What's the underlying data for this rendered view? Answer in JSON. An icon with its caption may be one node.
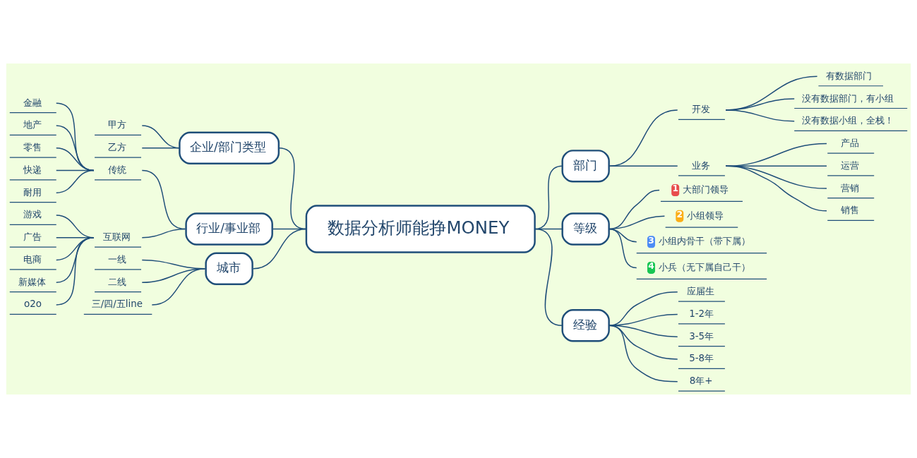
{
  "diagram": {
    "nodes": [
      {
        "text": [
          "数据分析师能挣MONEY"
        ]
      },
      {
        "text": [
          "企业/部门类型"
        ]
      },
      {
        "text": [
          "甲方"
        ]
      },
      {
        "text": [
          "乙方"
        ]
      },
      {
        "text": [
          "行业/事业部"
        ]
      },
      {
        "text": [
          "传统"
        ]
      },
      {
        "text": [
          "金融"
        ]
      },
      {
        "text": [
          "地产"
        ]
      },
      {
        "text": [
          "零售"
        ]
      },
      {
        "text": [
          "快递"
        ]
      },
      {
        "text": [
          "耐用"
        ]
      },
      {
        "text": [
          "互联网"
        ]
      },
      {
        "text": [
          "游戏"
        ]
      },
      {
        "text": [
          "广告"
        ]
      },
      {
        "text": [
          "电商"
        ]
      },
      {
        "text": [
          "新媒体"
        ]
      },
      {
        "text": [
          "o2o"
        ]
      },
      {
        "text": [
          "城市"
        ]
      },
      {
        "text": [
          "一线"
        ]
      },
      {
        "text": [
          "二线"
        ]
      },
      {
        "text": [
          "三/四/五line"
        ]
      },
      {
        "text": [
          "部门"
        ]
      },
      {
        "text": [
          "开发"
        ]
      },
      {
        "text": [
          "有数据部门"
        ]
      },
      {
        "text": [
          "没有数据部门，有小组"
        ]
      },
      {
        "text": [
          "没有数据小组，全栈！"
        ]
      },
      {
        "text": [
          "业务"
        ]
      },
      {
        "text": [
          "产品"
        ]
      },
      {
        "text": [
          "运营"
        ]
      },
      {
        "text": [
          "营销"
        ]
      },
      {
        "text": [
          "销售"
        ]
      },
      {
        "text": [
          "等级"
        ]
      },
      {
        "text": [
          "1",
          "大部门领导"
        ]
      },
      {
        "text": [
          "2",
          "小组领导"
        ]
      },
      {
        "text": [
          "3",
          "小组内骨干（带下属）"
        ]
      },
      {
        "text": [
          "4",
          "小兵（无下属自己干）"
        ]
      },
      {
        "text": [
          "经验"
        ]
      },
      {
        "text": [
          "应届生"
        ]
      },
      {
        "text": [
          "1-2年"
        ]
      },
      {
        "text": [
          "3-5年"
        ]
      },
      {
        "text": [
          "5-8年"
        ]
      },
      {
        "text": [
          "8年+"
        ]
      }
    ],
    "edges": [
      {
        "from": 1,
        "to": 0,
        "arrow": "none"
      },
      {
        "from": 2,
        "to": 1,
        "arrow": "none"
      },
      {
        "from": 3,
        "to": 1,
        "arrow": "none"
      },
      {
        "from": 4,
        "to": 0,
        "arrow": "none"
      },
      {
        "from": 5,
        "to": 4,
        "arrow": "none"
      },
      {
        "from": 6,
        "to": 5,
        "arrow": "none"
      },
      {
        "from": 7,
        "to": 5,
        "arrow": "none"
      },
      {
        "from": 8,
        "to": 5,
        "arrow": "none"
      },
      {
        "from": 9,
        "to": 5,
        "arrow": "none"
      },
      {
        "from": 10,
        "to": 5,
        "arrow": "none"
      },
      {
        "from": 11,
        "to": 4,
        "arrow": "none"
      },
      {
        "from": 12,
        "to": 11,
        "arrow": "none"
      },
      {
        "from": 13,
        "to": 11,
        "arrow": "none"
      },
      {
        "from": 14,
        "to": 11,
        "arrow": "none"
      },
      {
        "from": 15,
        "to": 11,
        "arrow": "none"
      },
      {
        "from": 16,
        "to": 11,
        "arrow": "none"
      },
      {
        "from": 17,
        "to": 0,
        "arrow": "none"
      },
      {
        "from": 18,
        "to": 17,
        "arrow": "none"
      },
      {
        "from": 19,
        "to": 17,
        "arrow": "none"
      },
      {
        "from": 20,
        "to": 17,
        "arrow": "none"
      },
      {
        "from": 0,
        "to": 21,
        "arrow": "none"
      },
      {
        "from": 21,
        "to": 22,
        "arrow": "none"
      },
      {
        "from": 22,
        "to": 23,
        "arrow": "none"
      },
      {
        "from": 22,
        "to": 24,
        "arrow": "none"
      },
      {
        "from": 22,
        "to": 25,
        "arrow": "none"
      },
      {
        "from": 21,
        "to": 26,
        "arrow": "none"
      },
      {
        "from": 26,
        "to": 27,
        "arrow": "none"
      },
      {
        "from": 26,
        "to": 28,
        "arrow": "none"
      },
      {
        "from": 26,
        "to": 29,
        "arrow": "none"
      },
      {
        "from": 26,
        "to": 30,
        "arrow": "none"
      },
      {
        "from": 0,
        "to": 31,
        "arrow": "none"
      },
      {
        "from": 31,
        "to": 32,
        "arrow": "none"
      },
      {
        "from": 31,
        "to": 33,
        "arrow": "none"
      },
      {
        "from": 31,
        "to": 34,
        "arrow": "none"
      },
      {
        "from": 31,
        "to": 35,
        "arrow": "none"
      },
      {
        "from": 0,
        "to": 36,
        "arrow": "none"
      },
      {
        "from": 36,
        "to": 37,
        "arrow": "none"
      },
      {
        "from": 36,
        "to": 38,
        "arrow": "none"
      },
      {
        "from": 36,
        "to": 39,
        "arrow": "none"
      },
      {
        "from": 36,
        "to": 40,
        "arrow": "none"
      },
      {
        "from": 36,
        "to": 41,
        "arrow": "none"
      }
    ]
  }
}
